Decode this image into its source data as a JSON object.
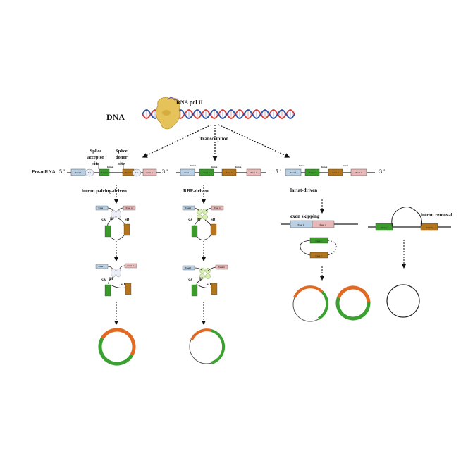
{
  "labels": {
    "dna": "DNA",
    "rna_pol": "RNA pol II",
    "transcription": "Transcription",
    "splice_acceptor": "Splice\nacceptor\nsite",
    "splice_donor": "Splice\ndonor\nsite",
    "pre_mrna": "Pre-mRNA",
    "five_prime": "5 '",
    "three_prime": "3 '",
    "intron": "Intron",
    "intron_pairing": "intron pairing-driven",
    "rbp_driven": "RBP-driven",
    "lariat_driven": "lariat-driven",
    "exon_skipping": "exon skipping",
    "intron_removal": "intron removal",
    "sa": "SA",
    "bp": "BP",
    "sd": "SD",
    "alu": "Alu",
    "rbp": "RBP"
  },
  "exons": {
    "e1": "Exon 1",
    "e2": "Exon 2",
    "e3": "Exon 3",
    "e4": "Exon 4"
  },
  "colors": {
    "exon1": "#b9cfe3",
    "exon2": "#3a9a2a",
    "exon3": "#b3741a",
    "exon4": "#e8b8b8",
    "orange": "#e06a23",
    "green": "#3aa02f",
    "rbp": "#d9f0b0",
    "polymerase": "#e6c25a",
    "dna_red": "#d23b3b",
    "dna_blue": "#2b4fa0"
  }
}
